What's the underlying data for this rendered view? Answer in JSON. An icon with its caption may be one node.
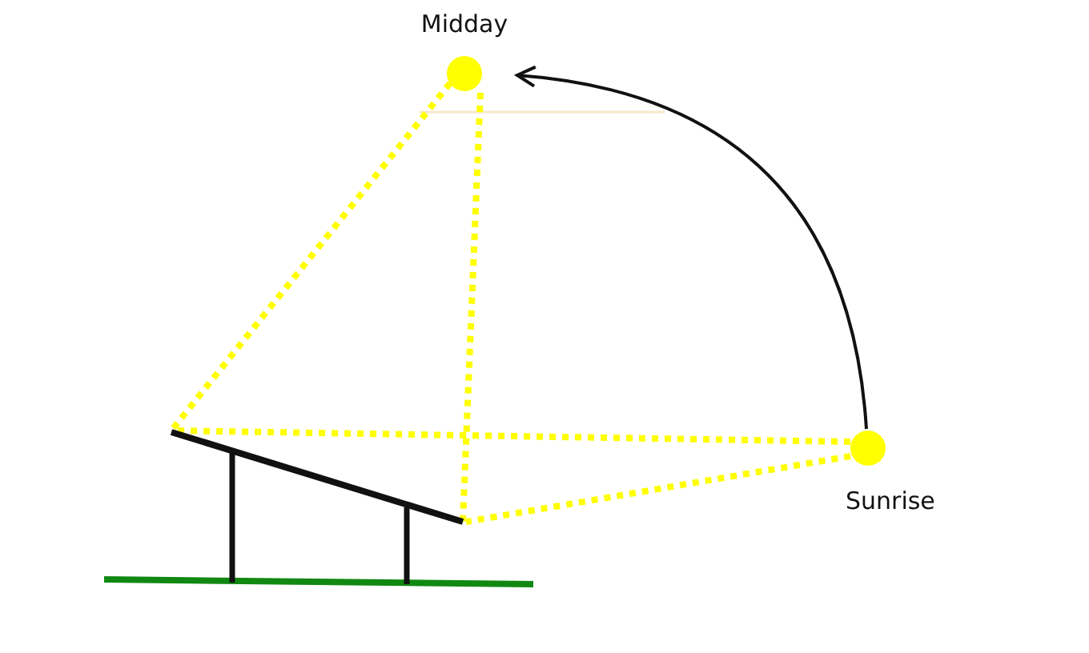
{
  "diagram": {
    "nodes": [
      {
        "text": [
          "Midday"
        ]
      },
      {
        "text": [
          "Sunrise"
        ]
      },
      {
        "text": [],
        "shape": "bar"
      }
    ],
    "edges": [
      {
        "from": 1,
        "to": 0,
        "arrow": "to",
        "color": "#111111"
      },
      {
        "from": 0,
        "to": 2,
        "arrow": "none",
        "style": "dashed",
        "color": "#ffff00"
      },
      {
        "from": 0,
        "to": 2,
        "arrow": "none",
        "style": "dashed",
        "color": "#ffff00"
      },
      {
        "from": 1,
        "to": 2,
        "arrow": "none",
        "style": "dashed",
        "color": "#ffff00"
      },
      {
        "from": 1,
        "to": 2,
        "arrow": "none",
        "style": "dashed",
        "color": "#ffff00"
      }
    ]
  }
}
